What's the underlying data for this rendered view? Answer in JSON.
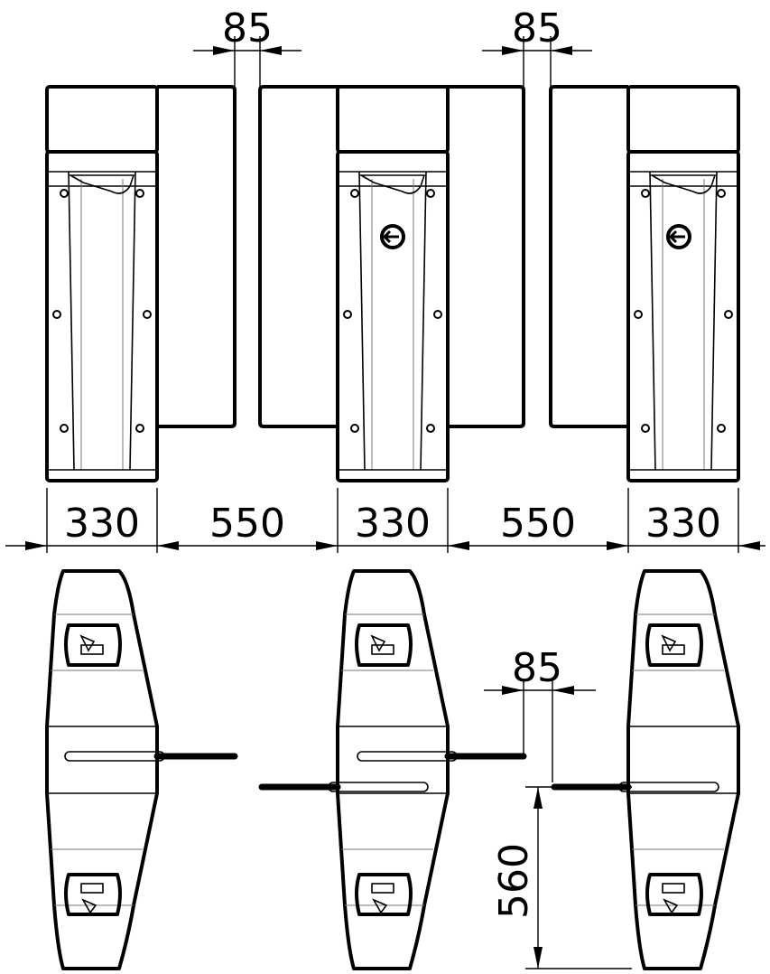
{
  "dimensions": {
    "gap_top_left": "85",
    "gap_top_right": "85",
    "width_cabinet_1": "330",
    "width_passage_1": "550",
    "width_cabinet_2": "330",
    "width_passage_2": "550",
    "width_cabinet_3": "330",
    "gap_bottom": "85",
    "depth": "560"
  }
}
